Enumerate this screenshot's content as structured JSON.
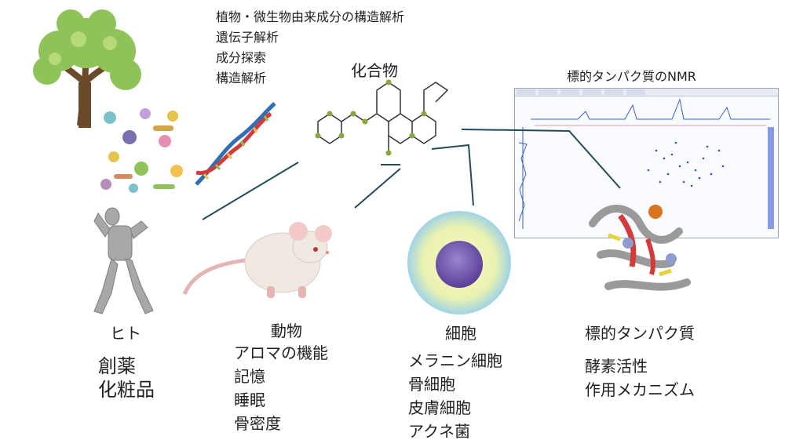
{
  "top_notes": [
    "植物・微生物由来成分の構造解析",
    "遺伝子解析",
    "成分探索",
    "構造解析"
  ],
  "compound_label": "化合物",
  "nmr_label": "標的タンパク質のNMR",
  "human": {
    "title": "ヒト",
    "items": [
      "創薬",
      "化粧品"
    ]
  },
  "animal": {
    "title": "動物",
    "items": [
      "アロマの機能",
      "記憶",
      "睡眠",
      "骨密度"
    ]
  },
  "cell": {
    "title": "細胞",
    "items": [
      "メラニン細胞",
      "骨細胞",
      "皮膚細胞",
      "アクネ菌"
    ]
  },
  "protein": {
    "title": "標的タンパク質",
    "items": [
      "酵素活性",
      "作用メカニズム"
    ]
  },
  "colors": {
    "line": "#1f4e5a",
    "tree_leaf": "#8fc35a",
    "trunk": "#6b4a2b",
    "cell_core": "#6a4fa3"
  }
}
